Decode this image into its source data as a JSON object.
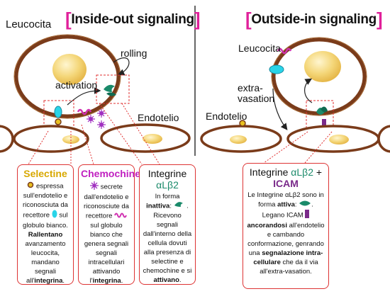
{
  "titles": {
    "left_bracket_open": "[",
    "left": "Inside-out signaling",
    "left_bracket_close": "]",
    "right_bracket_open": "[",
    "right": "Outside-in signaling",
    "right_bracket_close": "]"
  },
  "labels": {
    "leucocita_left": "Leucocita",
    "rolling": "rolling",
    "activation": "activation",
    "endotelio_left": "Endotelio",
    "leucocita_right": "Leucocita",
    "extravasation_1": "extra-",
    "extravasation_2": "vasation",
    "endotelio_right": "Endotelio"
  },
  "boxes": {
    "selectine": {
      "title": "Selectine",
      "t1": "espressa sull'endotelio e riconosciuta da recettore",
      "t2": "sul globulo bianco.",
      "t3": "Rallentano",
      "t4": "avanzamento leucocita, mandano segnali all'",
      "t5": "integrina",
      "t6": "."
    },
    "chemochine": {
      "title": "Chemochine",
      "t1": "secrete dall'endotelio e riconosciute da recettore",
      "t2": "sul globulo bianco che genera segnali segnali intracellulari attivando l'",
      "t3": "integrina",
      "t4": "."
    },
    "integrine_left": {
      "title_1": "Integrine",
      "title_2": "αLβ2",
      "t1": "In forma ",
      "t2": "inattiva",
      "t3": ":",
      "t4": ". Ricevono segnali dall'interno della cellula dovuti alla presenza di selectine e chemochine e si ",
      "t5": "attivano",
      "t6": "."
    },
    "integrine_right": {
      "title_1": "Integrine",
      "title_2": "αLβ2",
      "title_3": "+",
      "title_4": "ICAM",
      "t1": "Le Integrine αLβ2 sono in forma ",
      "t2": "attiva",
      "t3": ":",
      "t4": ".",
      "t5": "Legano ICAM",
      "t6": "ancorandosi",
      "t7": "all'endotelio e cambando conformazione, genrando una",
      "t8": "segnalazione intra-cellulare",
      "t9": "che da il via all'extra-vasation."
    }
  },
  "colors": {
    "accent_magenta": "#e0209a",
    "cell_border": "#7a3b1a",
    "nucleus": "#f2cf6a",
    "dashed_red": "#e03030",
    "integrin_green": "#1a8a6a",
    "receptor_cyan": "#29d4e8",
    "icam_purple": "#7a2a8a",
    "chemokine_purple": "#a030c0",
    "selectin_yellow": "#e8c020"
  }
}
